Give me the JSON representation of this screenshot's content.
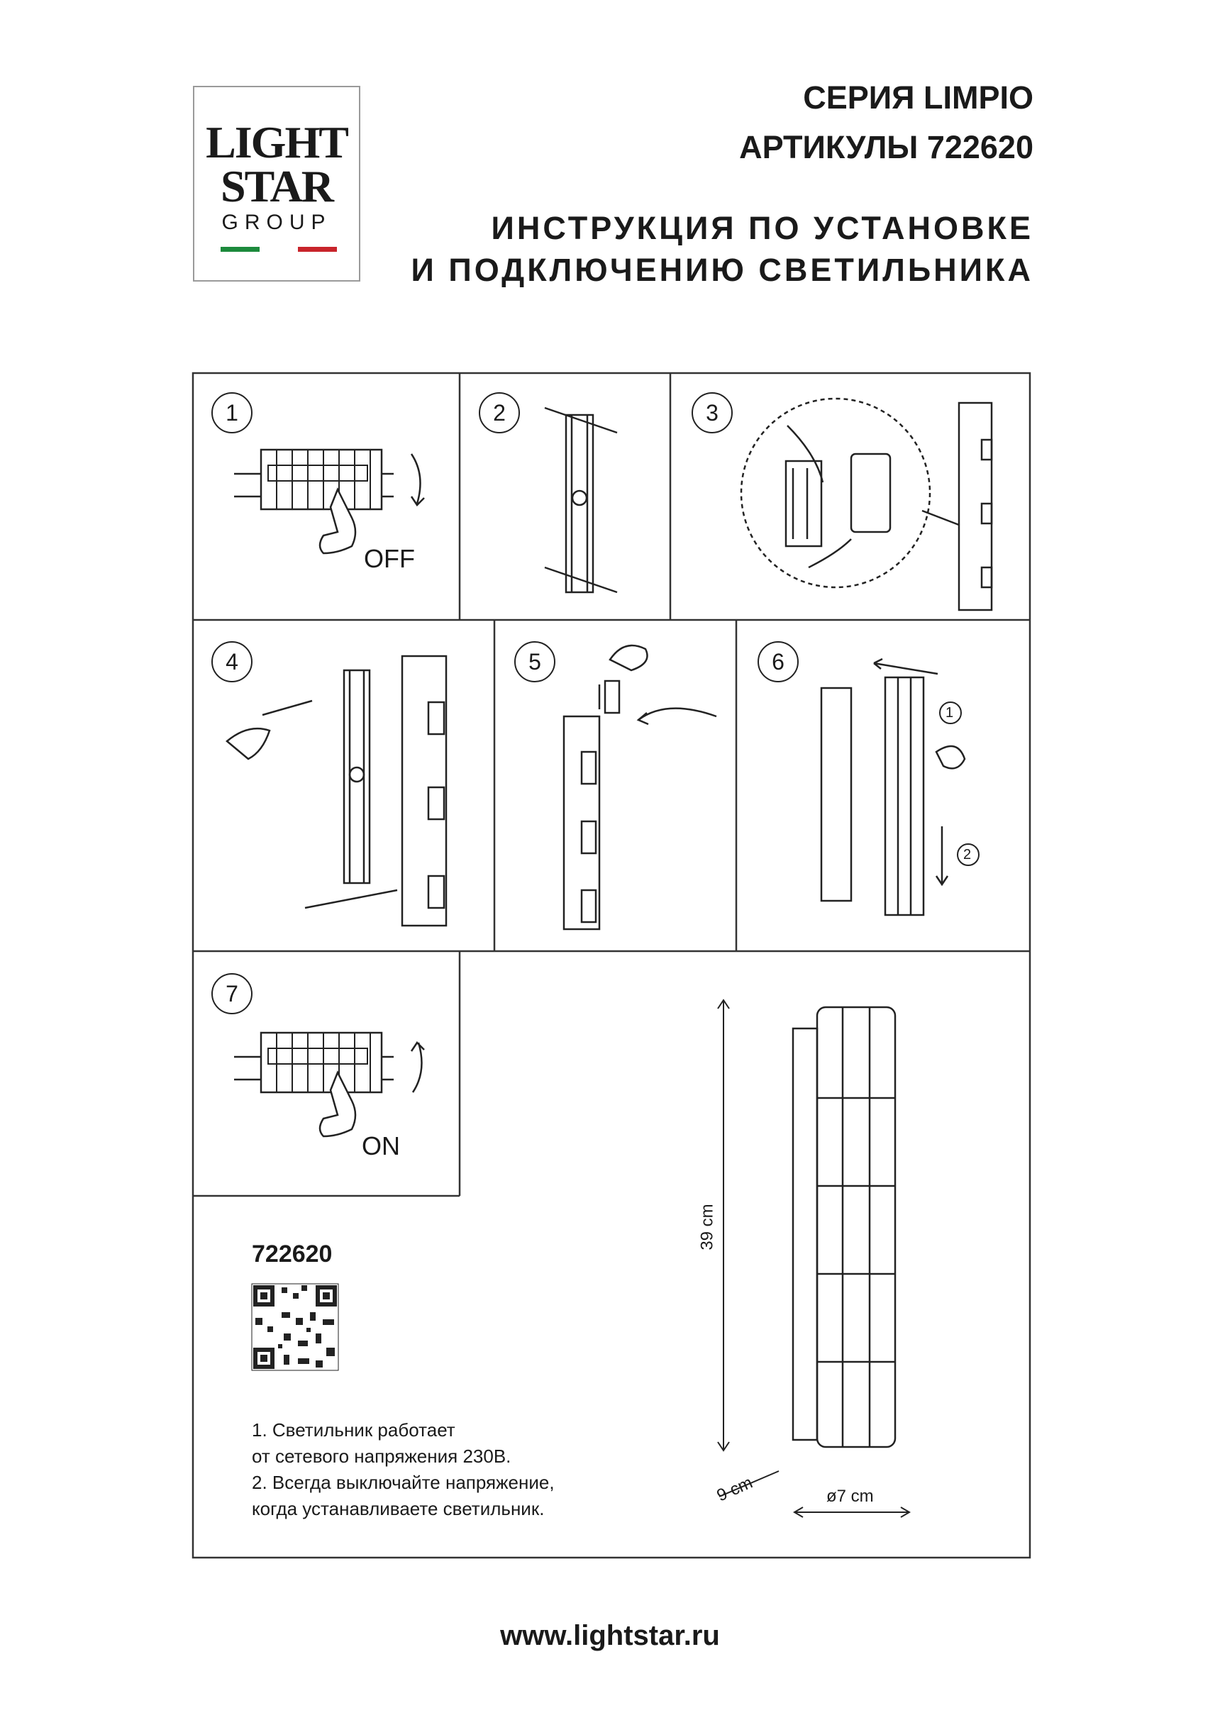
{
  "logo": {
    "line1": "LIGHT",
    "line2": "STAR",
    "line3": "GROUP",
    "flag_colors": [
      "#1c8a3c",
      "#ffffff",
      "#c8242b"
    ]
  },
  "header": {
    "series": "СЕРИЯ LIMPIO",
    "articles": "АРТИКУЛЫ 722620",
    "title_line1": "ИНСТРУКЦИЯ ПО УСТАНОВКЕ",
    "title_line2": "И ПОДКЛЮЧЕНИЮ СВЕТИЛЬНИКА"
  },
  "steps": [
    {
      "number": "1",
      "label": "OFF"
    },
    {
      "number": "2"
    },
    {
      "number": "3"
    },
    {
      "number": "4"
    },
    {
      "number": "5"
    },
    {
      "number": "6",
      "markers": [
        "1",
        "2"
      ]
    },
    {
      "number": "7",
      "label": "ON"
    }
  ],
  "product": {
    "code": "722620",
    "notes": [
      "1. Светильник работает",
      "от сетевого напряжения 230В.",
      "2. Всегда выключайте напряжение,",
      "когда устанавливаете светильник."
    ],
    "dimensions": {
      "height": "39 cm",
      "depth": "9 cm",
      "diameter": "ø7 cm"
    }
  },
  "footer": {
    "url": "www.lightstar.ru"
  }
}
